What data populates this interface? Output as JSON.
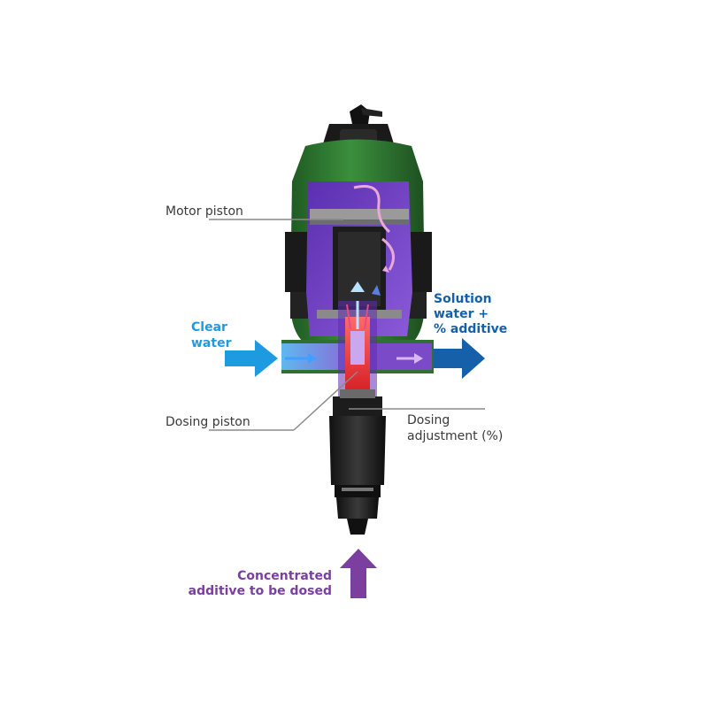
{
  "labels": {
    "motor_piston": "Motor piston",
    "dosing_piston": "Dosing piston",
    "dosing_adjustment_line1": "Dosing",
    "dosing_adjustment_line2": "adjustment (%)",
    "clear_water_line1": "Clear",
    "clear_water_line2": "water",
    "solution_line1": "Solution",
    "solution_line2": "water +",
    "solution_line3": "% additive",
    "concentrated_line1": "Concentrated",
    "concentrated_line2": "additive to be dosed"
  },
  "colors": {
    "clear_water": "#1e9be0",
    "solution": "#1560a8",
    "additive": "#7b3fa0",
    "housing_green": "#2f7d32",
    "inner_purple": "#7a48c8",
    "dosing_red": "#e5262b"
  },
  "icons": {
    "clear_water_arrow": "arrow-right-icon",
    "solution_arrow": "arrow-right-icon",
    "additive_arrow": "arrow-up-icon"
  }
}
